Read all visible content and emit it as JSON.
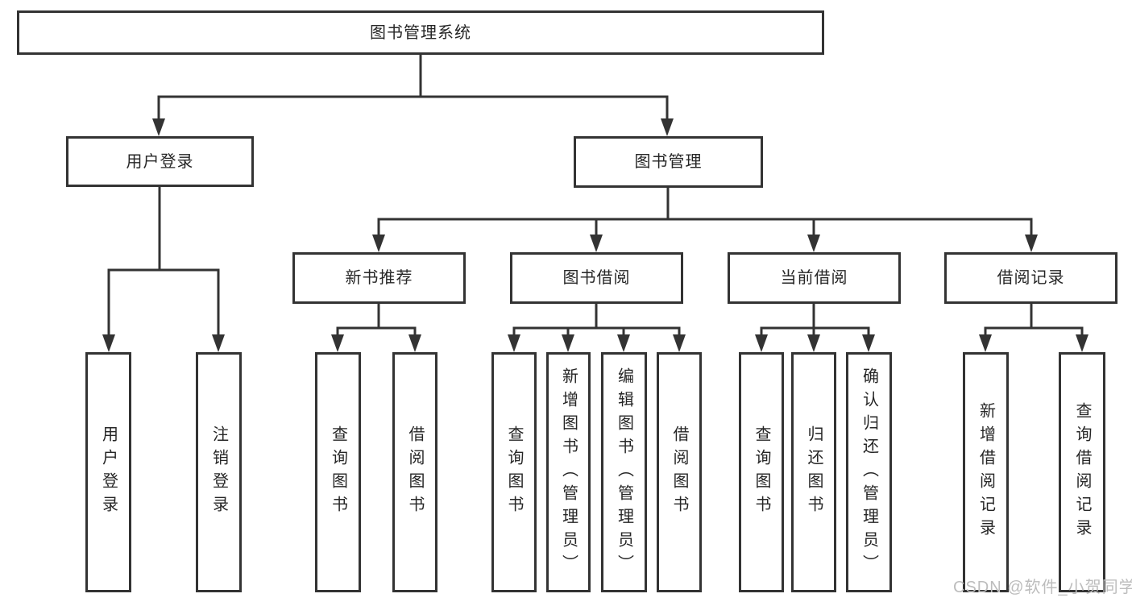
{
  "tree": {
    "root": {
      "label": "图书管理系统"
    },
    "branches": [
      {
        "label": "用户登录",
        "children": [
          {
            "label": "用户登录"
          },
          {
            "label": "注销登录"
          }
        ]
      },
      {
        "label": "图书管理",
        "children": [
          {
            "label": "新书推荐",
            "children": [
              {
                "label": "查询图书"
              },
              {
                "label": "借阅图书"
              }
            ]
          },
          {
            "label": "图书借阅",
            "children": [
              {
                "label": "查询图书"
              },
              {
                "label": "新增图书（管理员）"
              },
              {
                "label": "编辑图书（管理员）"
              },
              {
                "label": "借阅图书"
              }
            ]
          },
          {
            "label": "当前借阅",
            "children": [
              {
                "label": "查询图书"
              },
              {
                "label": "归还图书"
              },
              {
                "label": "确认归还（管理员）"
              }
            ]
          },
          {
            "label": "借阅记录",
            "children": [
              {
                "label": "新增借阅记录"
              },
              {
                "label": "查询借阅记录"
              }
            ]
          }
        ]
      }
    ]
  },
  "watermark": {
    "text": "CSDN @软件_小贺同学"
  },
  "colors": {
    "line": "#333333",
    "text": "#262626",
    "watermark": "#bdbdbd",
    "background": "#ffffff"
  }
}
